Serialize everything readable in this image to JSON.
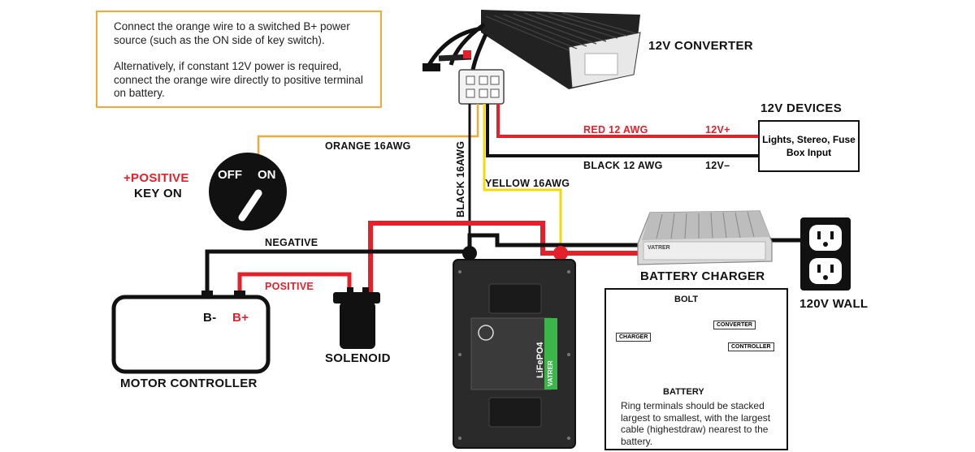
{
  "note": {
    "line1": "Connect the orange wire to a switched B+ power source (such as the ON side of key switch).",
    "line2": "Alternatively, if constant 12V power is required, connect the orange wire directly to positive terminal on battery."
  },
  "labels": {
    "converter": "12V CONVERTER",
    "devices_title": "12V DEVICES",
    "devices_box": "Lights, Stereo, Fuse Box Input",
    "red_wire": "RED 12 AWG",
    "black_wire": "BLACK 12 AWG",
    "v_plus": "12V+",
    "v_minus": "12V–",
    "orange_wire": "ORANGE 16AWG",
    "black_vertical": "BLACK 16AWG",
    "yellow_wire": "YELLOW 16AWG",
    "positive_key": "+POSITIVE",
    "key_on": "KEY ON",
    "key_off": "OFF",
    "key_on_pos": "ON",
    "negative": "NEGATIVE",
    "positive": "POSITIVE",
    "b_minus": "B-",
    "b_plus": "B+",
    "motor_controller": "MOTOR CONTROLLER",
    "solenoid": "SOLENOID",
    "battery_charger": "BATTERY CHARGER",
    "wall": "120V WALL",
    "battery_label": "LiFePO4",
    "battery_brand": "VATRER",
    "charger_brand": "VATRER"
  },
  "bolt": {
    "title": "BOLT",
    "converter": "CONVERTER",
    "charger": "CHARGER",
    "controller": "CONTROLLER",
    "battery": "BATTERY",
    "note": "Ring terminals should be stacked largest to smallest, with the largest cable (highestdraw) nearest to the battery."
  },
  "colors": {
    "wire_red": "#e4202a",
    "wire_black": "#111111",
    "wire_yellow": "#f5d90a",
    "wire_orange": "#f0a93a",
    "note_border": "#f0a93a",
    "battery_green": "#3bb54a"
  }
}
